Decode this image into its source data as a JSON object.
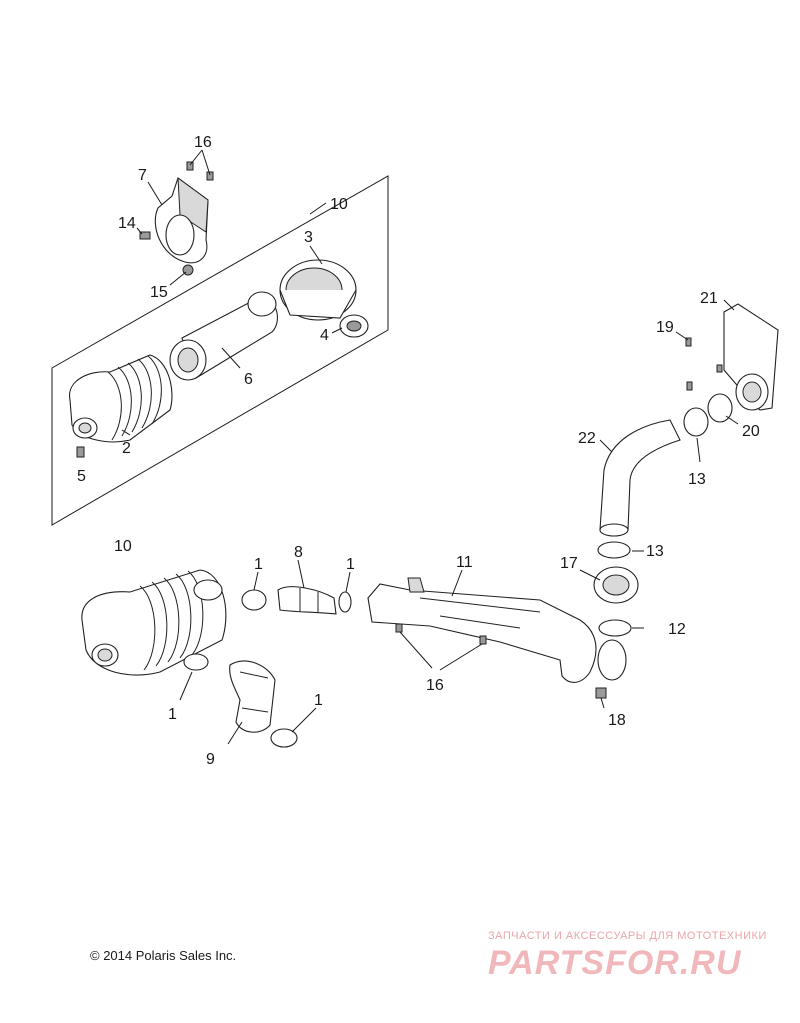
{
  "diagram": {
    "callouts": {
      "c1a": "1",
      "c1b": "1",
      "c1c": "1",
      "c1d": "1",
      "c2": "2",
      "c3": "3",
      "c4": "4",
      "c5": "5",
      "c6": "6",
      "c7": "7",
      "c8": "8",
      "c9": "9",
      "c10a": "10",
      "c10b": "10",
      "c11": "11",
      "c12": "12",
      "c13a": "13",
      "c13b": "13",
      "c14": "14",
      "c15": "15",
      "c16a": "16",
      "c16b": "16",
      "c17": "17",
      "c18": "18",
      "c19": "19",
      "c20": "20",
      "c21": "21",
      "c22": "22"
    }
  },
  "footer": {
    "copyright": "© 2014 Polaris Sales Inc."
  },
  "watermark": {
    "caption": "ЗАПЧАСТИ И АКСЕССУАРЫ ДЛЯ МОТОТЕХНИКИ",
    "logo": "PARTSFOR.RU"
  },
  "colors": {
    "line": "#1a1a1a",
    "watermark": "#f1b8bc",
    "background": "#ffffff"
  }
}
